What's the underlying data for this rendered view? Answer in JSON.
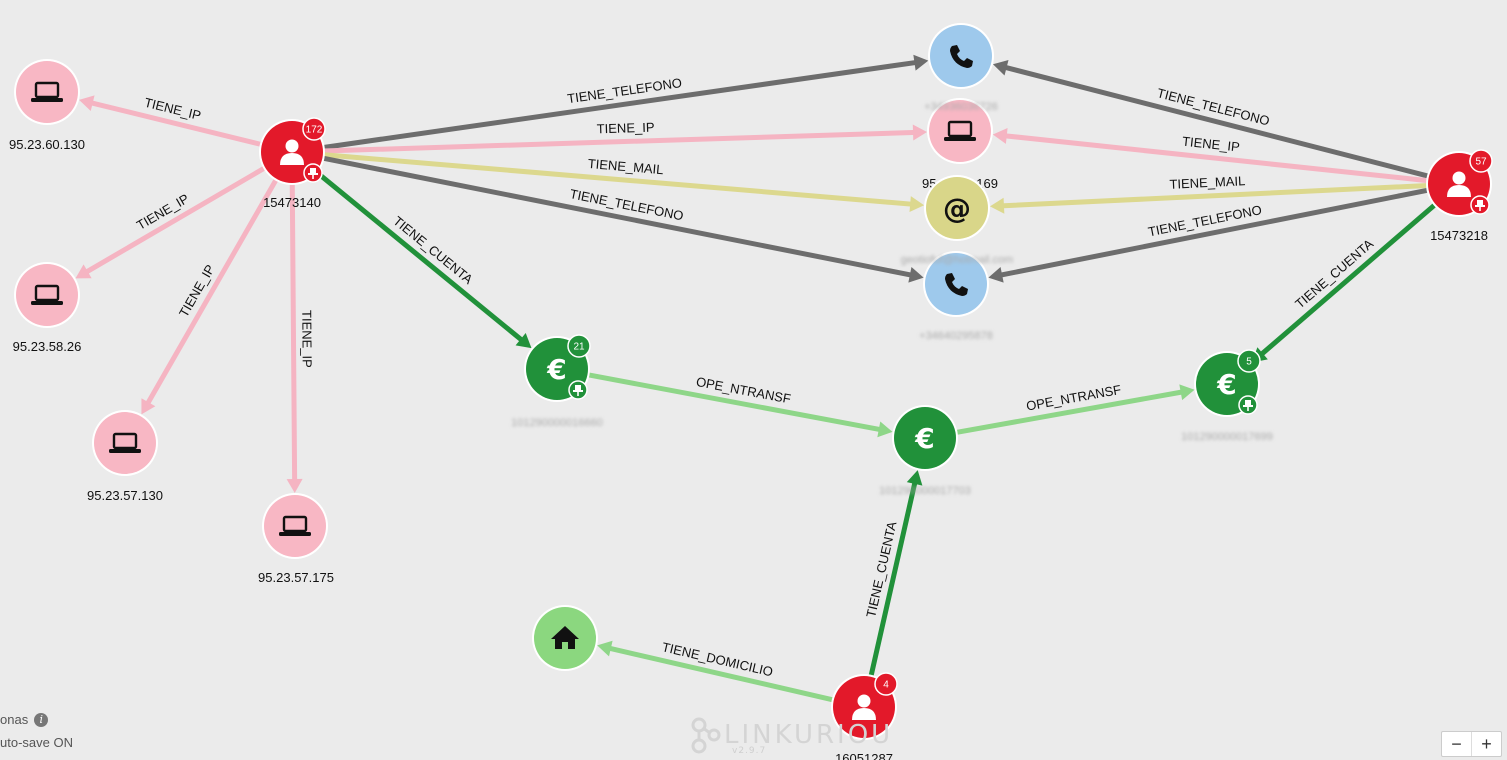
{
  "colors": {
    "person": "#e3192a",
    "ip": "#f8b7c4",
    "phone": "#9ec9ec",
    "mail": "#d9d689",
    "account": "#21913a",
    "address": "#8bd77f",
    "edge_phone": "#6d6d6d",
    "edge_ip": "#f5b4c2",
    "edge_mail": "#dcd88e",
    "edge_account": "#21913a",
    "edge_transfer": "#8ed688",
    "edge_address": "#8ed688"
  },
  "nodes": [
    {
      "id": "p1",
      "type": "person",
      "icon": "user-icon",
      "label": "15473140",
      "badge": "172",
      "pinned": true
    },
    {
      "id": "p2",
      "type": "person",
      "icon": "user-icon",
      "label": "15473218",
      "badge": "57",
      "pinned": true
    },
    {
      "id": "p3",
      "type": "person",
      "icon": "user-icon",
      "label": "16051287",
      "badge": "4",
      "pinned": false
    },
    {
      "id": "ip1",
      "type": "ip",
      "icon": "laptop-icon",
      "label": "95.23.60.130"
    },
    {
      "id": "ip2",
      "type": "ip",
      "icon": "laptop-icon",
      "label": "95.23.58.26"
    },
    {
      "id": "ip3",
      "type": "ip",
      "icon": "laptop-icon",
      "label": "95.23.57.130"
    },
    {
      "id": "ip4",
      "type": "ip",
      "icon": "laptop-icon",
      "label": "95.23.57.175"
    },
    {
      "id": "ip5",
      "type": "ip",
      "icon": "laptop-icon",
      "label": "95.23.58.169"
    },
    {
      "id": "ph1",
      "type": "phone",
      "icon": "phone-icon",
      "label": "+34936036726",
      "blurred": true
    },
    {
      "id": "ph2",
      "type": "phone",
      "icon": "phone-icon",
      "label": "+34640295878",
      "blurred": true
    },
    {
      "id": "m1",
      "type": "mail",
      "icon": "at-icon",
      "label": "geotiofuf@hotmail.com",
      "blurred": true
    },
    {
      "id": "a1",
      "type": "account",
      "icon": "euro-icon",
      "label": "101290000016660",
      "badge": "21",
      "pinned": true,
      "blurred": true
    },
    {
      "id": "a2",
      "type": "account",
      "icon": "euro-icon",
      "label": "101290000017703",
      "blurred": true
    },
    {
      "id": "a3",
      "type": "account",
      "icon": "euro-icon",
      "label": "101290000017699",
      "badge": "5",
      "pinned": true,
      "blurred": true
    },
    {
      "id": "h1",
      "type": "address",
      "icon": "home-icon",
      "label": ""
    }
  ],
  "edges": [
    {
      "from": "p1",
      "to": "ip1",
      "label": "TIENE_IP",
      "kind": "ip"
    },
    {
      "from": "p1",
      "to": "ip2",
      "label": "TIENE_IP",
      "kind": "ip"
    },
    {
      "from": "p1",
      "to": "ip3",
      "label": "TIENE_IP",
      "kind": "ip"
    },
    {
      "from": "p1",
      "to": "ip4",
      "label": "TIENE_IP",
      "kind": "ip"
    },
    {
      "from": "p1",
      "to": "ph1",
      "label": "TIENE_TELEFONO",
      "kind": "phone"
    },
    {
      "from": "p1",
      "to": "ip5",
      "label": "TIENE_IP",
      "kind": "ip"
    },
    {
      "from": "p1",
      "to": "m1",
      "label": "TIENE_MAIL",
      "kind": "mail"
    },
    {
      "from": "p1",
      "to": "ph2",
      "label": "TIENE_TELEFONO",
      "kind": "phone"
    },
    {
      "from": "p1",
      "to": "a1",
      "label": "TIENE_CUENTA",
      "kind": "account"
    },
    {
      "from": "p2",
      "to": "ph1",
      "label": "TIENE_TELEFONO",
      "kind": "phone"
    },
    {
      "from": "p2",
      "to": "ip5",
      "label": "TIENE_IP",
      "kind": "ip"
    },
    {
      "from": "p2",
      "to": "m1",
      "label": "TIENE_MAIL",
      "kind": "mail"
    },
    {
      "from": "p2",
      "to": "ph2",
      "label": "TIENE_TELEFONO",
      "kind": "phone"
    },
    {
      "from": "p2",
      "to": "a3",
      "label": "TIENE_CUENTA",
      "kind": "account"
    },
    {
      "from": "a1",
      "to": "a2",
      "label": "OPE_NTRANSF",
      "kind": "transfer"
    },
    {
      "from": "a2",
      "to": "a3",
      "label": "OPE_NTRANSF",
      "kind": "transfer"
    },
    {
      "from": "p3",
      "to": "a2",
      "label": "TIENE_CUENTA",
      "kind": "account"
    },
    {
      "from": "p3",
      "to": "h1",
      "label": "TIENE_DOMICILIO",
      "kind": "address"
    }
  ],
  "status": {
    "personas_label": "onas",
    "autosave_label": "uto-save ON"
  },
  "watermark": {
    "brand": "LINKURIOU",
    "version": "v2.9.7"
  },
  "zoom": {
    "minus": "−",
    "plus": "+"
  }
}
